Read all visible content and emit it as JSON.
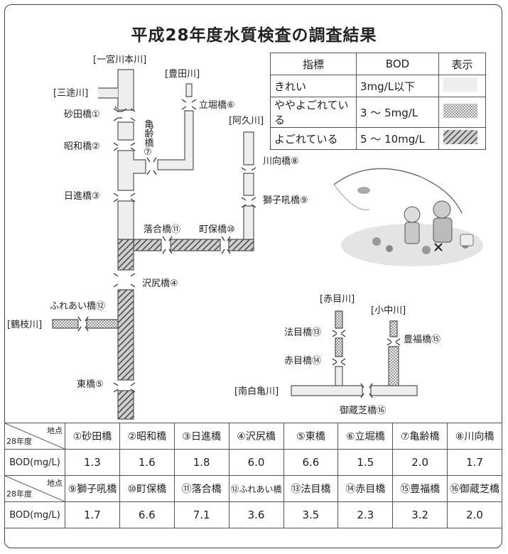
{
  "title": "平成28年度水質検査の調査結果",
  "legend": {
    "headers": [
      "指標",
      "BOD",
      "表示"
    ],
    "rows": [
      {
        "label": "きれい",
        "bod": "3mg/L以下"
      },
      {
        "label": "ややよごれている",
        "bod": "3 ～ 5mg/L"
      },
      {
        "label": "よごれている",
        "bod": "5 ～ 10mg/L"
      }
    ]
  },
  "rivers": {
    "ichinomiya": "[一宮川本川]",
    "sanzu": "[三途川]",
    "toyoda": "[豊田川]",
    "akyu": "[阿久川]",
    "tsurueda": "[鶴枝川]",
    "akame": "[赤目川]",
    "konaka": "[小中川]",
    "minami_shirakame": "[南白亀川]"
  },
  "points": {
    "p1": "砂田橋①",
    "p2": "昭和橋②",
    "p3": "日進橋③",
    "p4": "沢尻橋④",
    "p5": "東橋⑤",
    "p6": "立堀橋⑥",
    "p7": "亀齢橋⑦",
    "p8": "川向橋⑧",
    "p9": "獅子吼橋⑨",
    "p10": "町保橋⑩",
    "p11": "落合橋⑪",
    "p12": "ふれあい橋⑫",
    "p13": "法目橋⑬",
    "p14": "赤目橋⑭",
    "p15": "豊福橋⑮",
    "p16": "御蔵芝橋⑯"
  },
  "table": {
    "corner_top": "地点",
    "corner_bottom": "28年度",
    "row_label": "BOD(mg/L)",
    "row1_headers": [
      "①砂田橋",
      "②昭和橋",
      "③日進橋",
      "④沢尻橋",
      "⑤東橋",
      "⑥立堀橋",
      "⑦亀齢橋",
      "⑧川向橋"
    ],
    "row1_values": [
      "1.3",
      "1.6",
      "1.8",
      "6.0",
      "6.6",
      "1.5",
      "2.0",
      "1.7"
    ],
    "row2_headers": [
      "⑨獅子吼橋",
      "⑩町保橋",
      "⑪落合橋",
      "⑫ふれあい橋",
      "⑬法目橋",
      "⑭赤目橋",
      "⑮豊福橋",
      "⑯御蔵芝橋"
    ],
    "row2_values": [
      "1.7",
      "6.6",
      "7.1",
      "3.6",
      "3.5",
      "2.3",
      "3.2",
      "2.0"
    ]
  },
  "colors": {
    "clean": "#eeeeee",
    "outline": "#555555",
    "hatch": "#555555",
    "dot": "#555555"
  }
}
